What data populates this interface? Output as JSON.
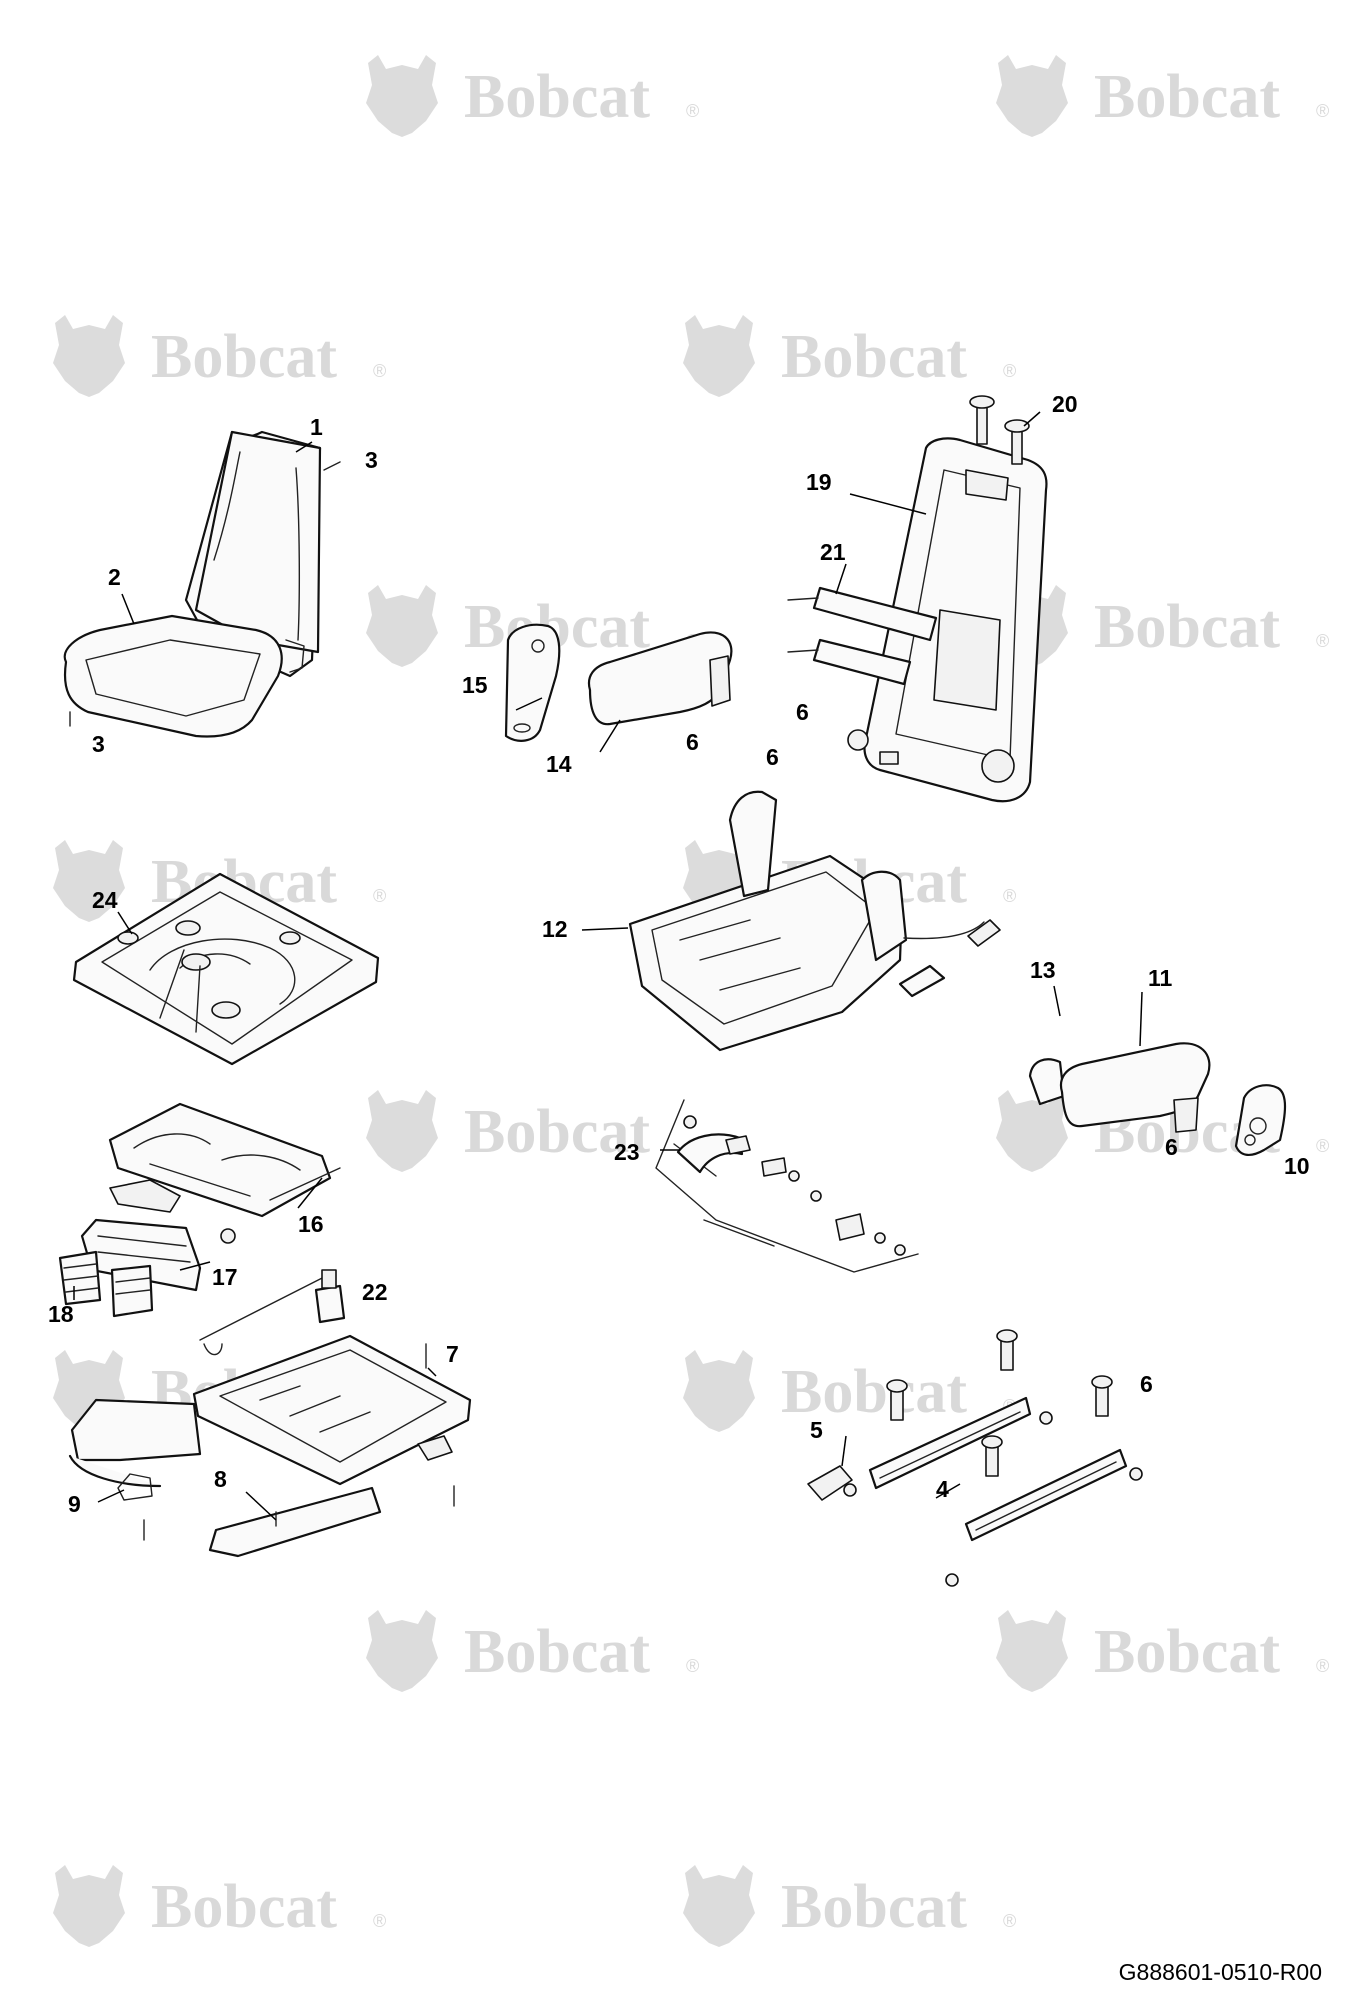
{
  "watermark": {
    "text": "Bobcat",
    "reg_mark": "®"
  },
  "drawing_number": "G888601-0510-R00",
  "callouts": [
    {
      "id": "c1",
      "label": "1"
    },
    {
      "id": "c2",
      "label": "2"
    },
    {
      "id": "c3a",
      "label": "3"
    },
    {
      "id": "c3b",
      "label": "3"
    },
    {
      "id": "c4",
      "label": "4"
    },
    {
      "id": "c5",
      "label": "5"
    },
    {
      "id": "c6a",
      "label": "6"
    },
    {
      "id": "c6b",
      "label": "6"
    },
    {
      "id": "c6c",
      "label": "6"
    },
    {
      "id": "c6d",
      "label": "6"
    },
    {
      "id": "c6e",
      "label": "6"
    },
    {
      "id": "c7",
      "label": "7"
    },
    {
      "id": "c8",
      "label": "8"
    },
    {
      "id": "c9",
      "label": "9"
    },
    {
      "id": "c10",
      "label": "10"
    },
    {
      "id": "c11",
      "label": "11"
    },
    {
      "id": "c12",
      "label": "12"
    },
    {
      "id": "c13",
      "label": "13"
    },
    {
      "id": "c14",
      "label": "14"
    },
    {
      "id": "c15",
      "label": "15"
    },
    {
      "id": "c16",
      "label": "16"
    },
    {
      "id": "c17",
      "label": "17"
    },
    {
      "id": "c18",
      "label": "18"
    },
    {
      "id": "c19",
      "label": "19"
    },
    {
      "id": "c20",
      "label": "20"
    },
    {
      "id": "c21",
      "label": "21"
    },
    {
      "id": "c22",
      "label": "22"
    },
    {
      "id": "c23",
      "label": "23"
    },
    {
      "id": "c24",
      "label": "24"
    }
  ]
}
